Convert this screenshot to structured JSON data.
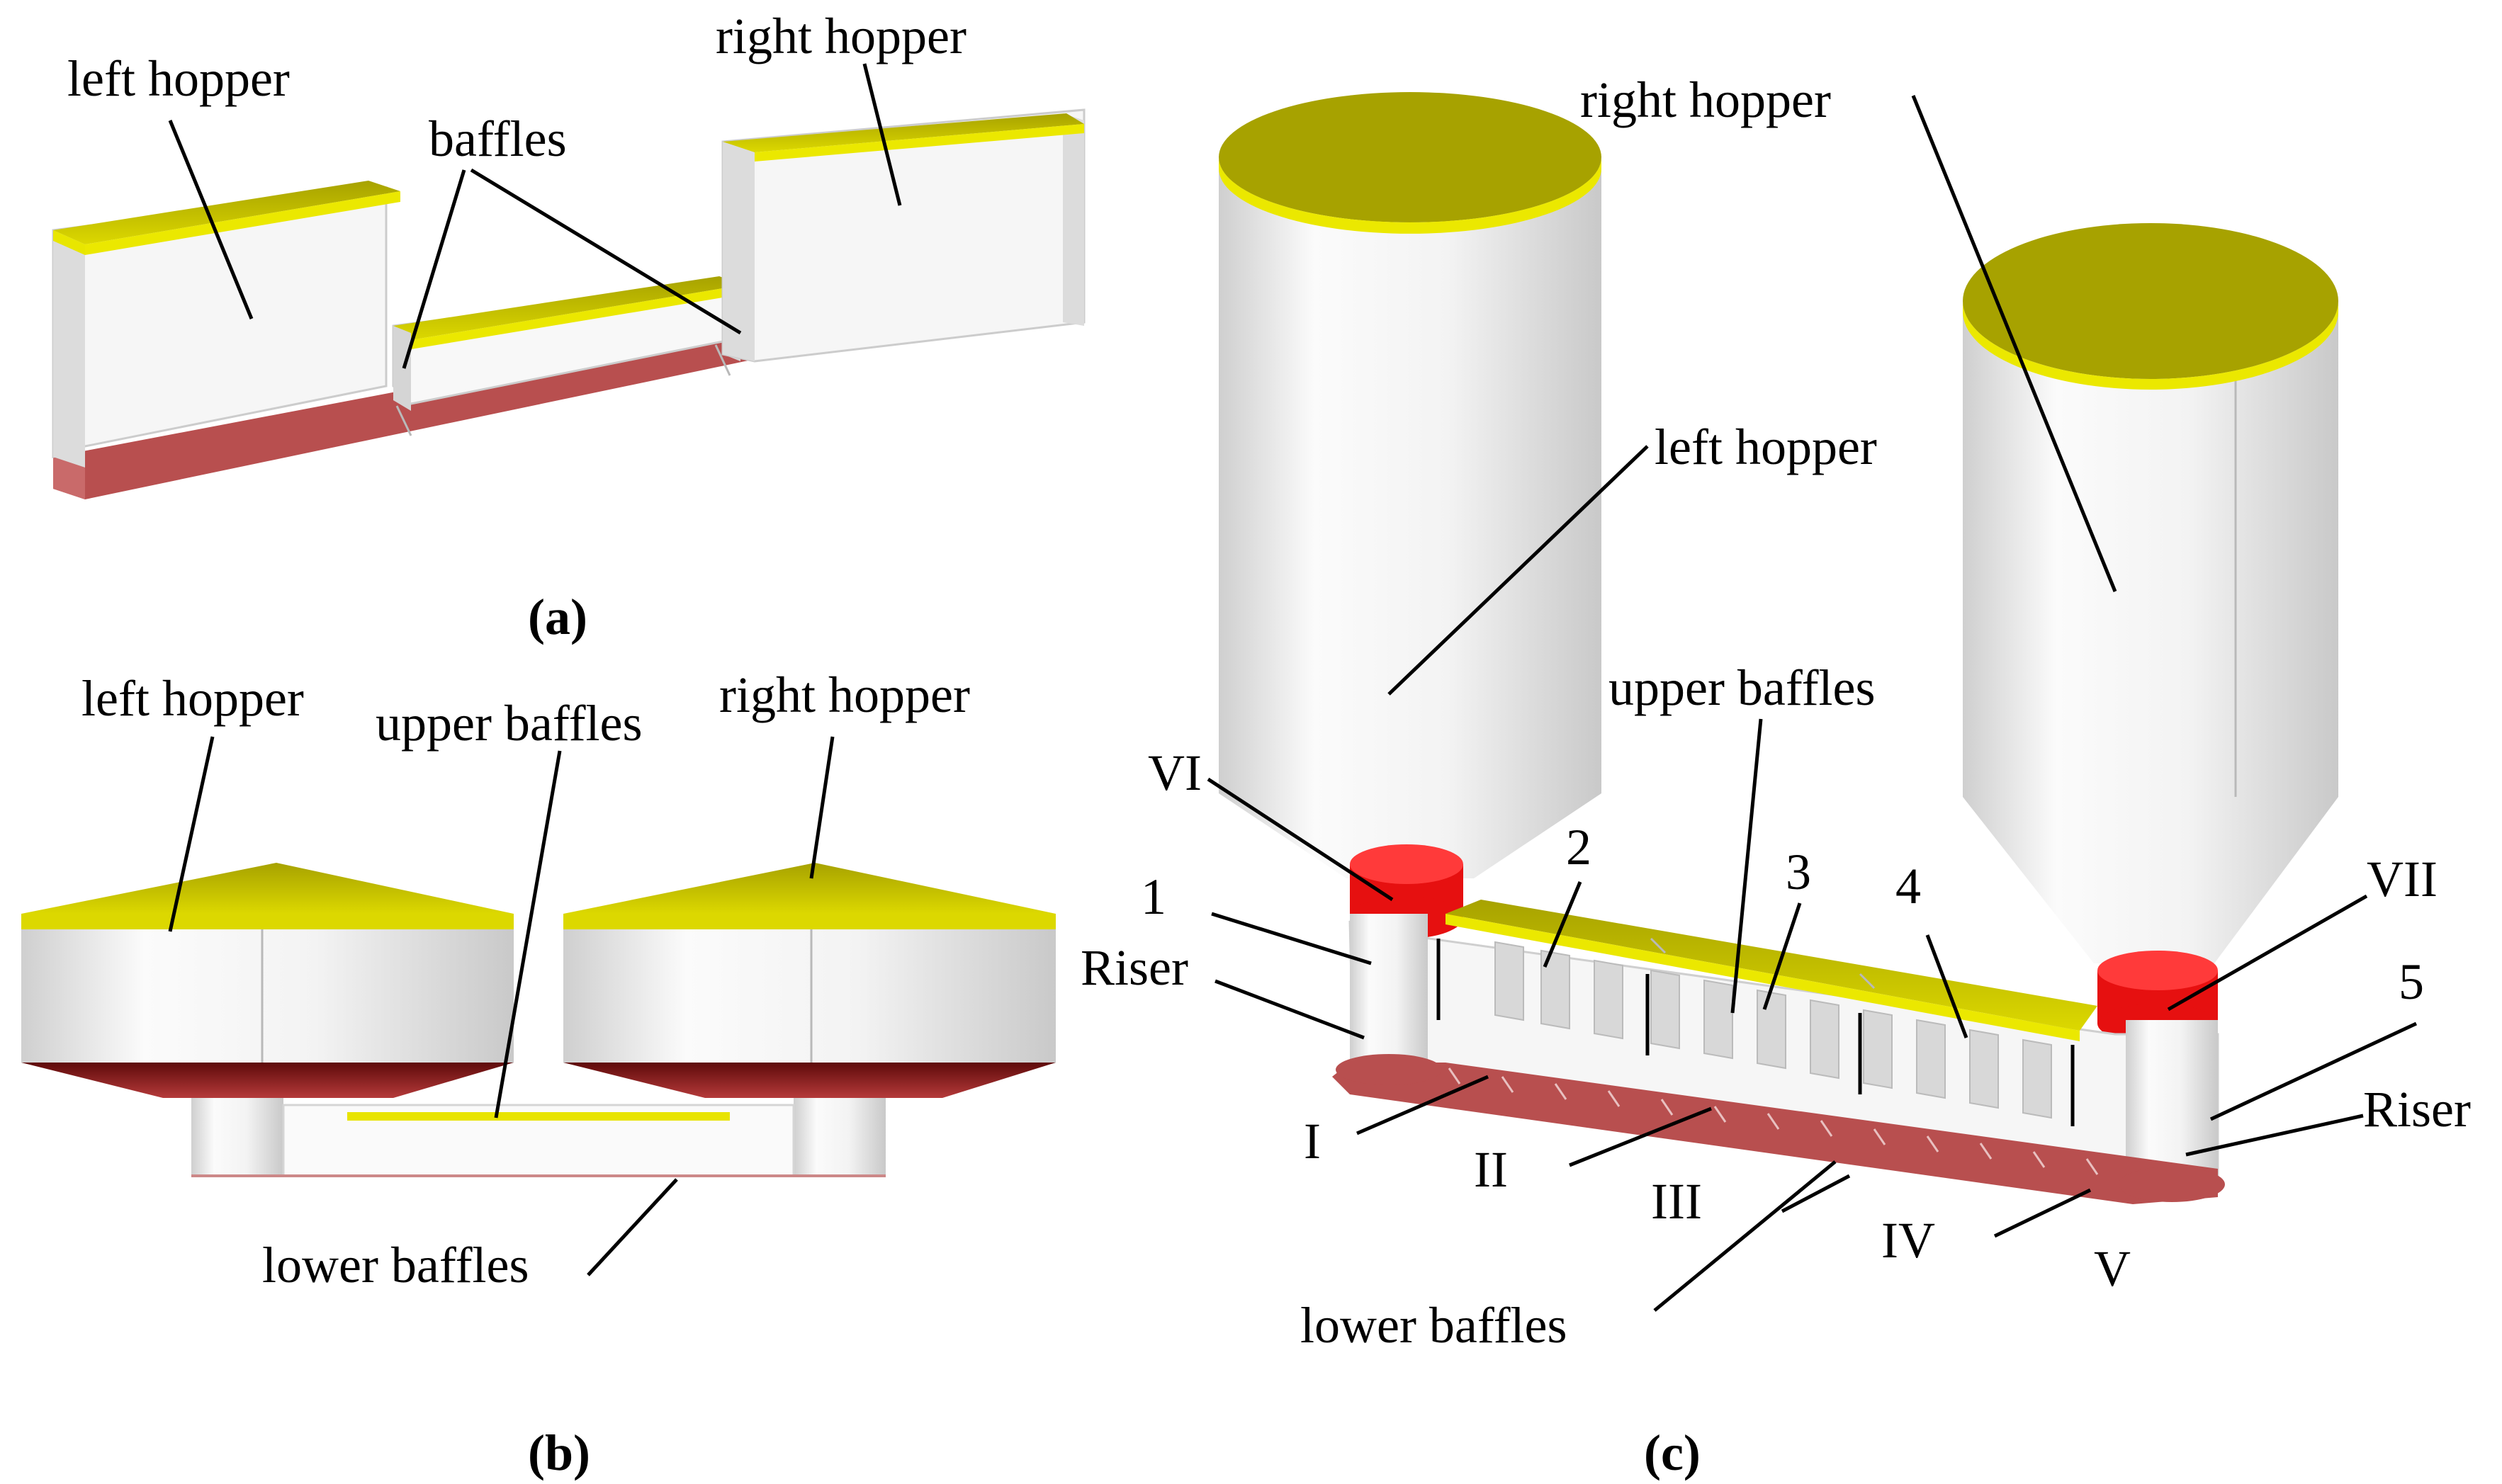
{
  "panel_a": {
    "caption": "(a)",
    "labels": {
      "left_hopper": "left hopper",
      "baffles": "baffles",
      "right_hopper": "right hopper"
    }
  },
  "panel_b": {
    "caption": "(b)",
    "labels": {
      "left_hopper": "left hopper",
      "upper_baffles": "upper baffles",
      "right_hopper": "right hopper",
      "lower_baffles": "lower baffles"
    }
  },
  "panel_c": {
    "caption": "(c)",
    "labels": {
      "right_hopper": "right hopper",
      "left_hopper": "left hopper",
      "upper_baffles": "upper baffles",
      "vi": "VI",
      "vii": "VII",
      "one": "1",
      "two": "2",
      "three": "3",
      "four": "4",
      "five": "5",
      "riser_left": "Riser",
      "riser_right": "Riser",
      "i": "I",
      "ii": "II",
      "iii": "III",
      "iv": "IV",
      "v": "V",
      "lower_baffles": "lower baffles"
    }
  },
  "colors": {
    "baffle_yellow": "#c9c400",
    "base_red": "#b84f4f",
    "inlet_red": "#ff1a1a",
    "dark_red": "#7a1010",
    "body_white": "#f4f4f4"
  }
}
